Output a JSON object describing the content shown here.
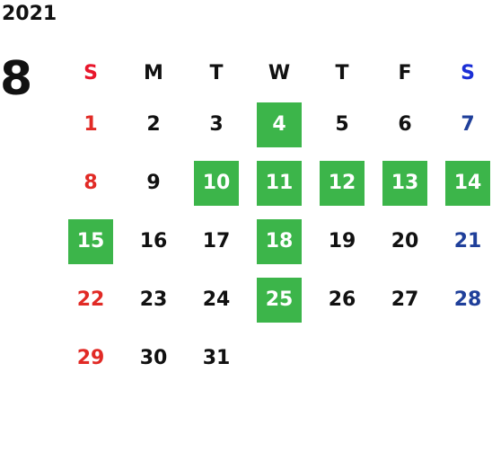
{
  "year": "2021",
  "month": "8",
  "weekdays": [
    "S",
    "M",
    "T",
    "W",
    "T",
    "F",
    "S"
  ],
  "colors": {
    "sunday": "#e12a25",
    "saturday": "#1f3f9a",
    "highlight": "#3cb54a"
  },
  "days": [
    "1",
    "2",
    "3",
    "4",
    "5",
    "6",
    "7",
    "8",
    "9",
    "10",
    "11",
    "12",
    "13",
    "14",
    "15",
    "16",
    "17",
    "18",
    "19",
    "20",
    "21",
    "22",
    "23",
    "24",
    "25",
    "26",
    "27",
    "28",
    "29",
    "30",
    "31"
  ],
  "highlighted_days": [
    "4",
    "10",
    "11",
    "12",
    "13",
    "14",
    "15",
    "18",
    "25"
  ]
}
